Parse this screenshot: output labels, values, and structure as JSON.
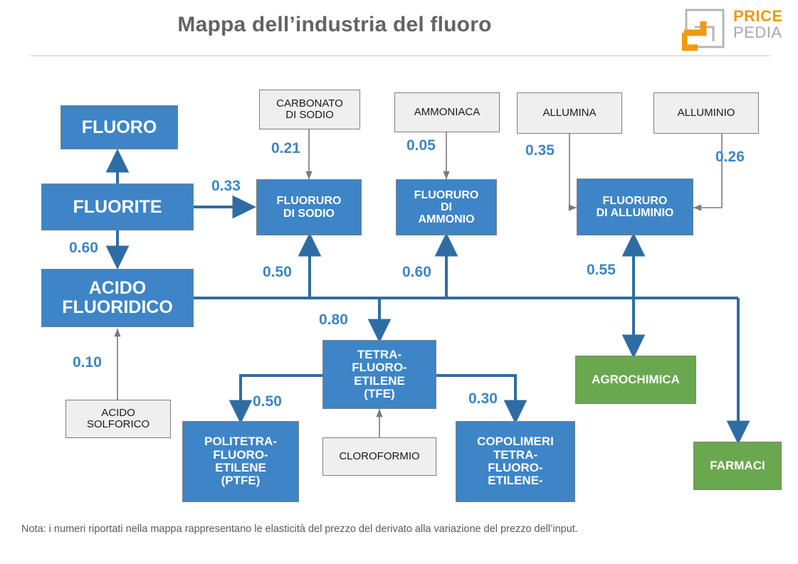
{
  "header": {
    "title": "Mappa dell’industria del fluoro",
    "logo": {
      "primary": "PRICE",
      "secondary": "PEDIA",
      "mark": "pricepedia-mark-icon"
    }
  },
  "colors": {
    "blue": "#3d85c6",
    "green": "#6aa84f",
    "gray_box": "#efefef",
    "box_border": "#7f7f7f",
    "title": "#636363",
    "label_blue": "#3d85c6",
    "gray_arrow": "#808080",
    "logo_orange": "#ef9a10",
    "logo_gray": "#a8a8a8"
  },
  "nodes": [
    {
      "id": "fluoro",
      "label": "FLUORO",
      "type": "blue"
    },
    {
      "id": "fluorite",
      "label": "FLUORITE",
      "type": "blue"
    },
    {
      "id": "acido_fluoridico",
      "label": "ACIDO\nFLUORIDICO",
      "type": "blue"
    },
    {
      "id": "acido_solforico",
      "label": "ACIDO\nSOLFORICO",
      "type": "gray"
    },
    {
      "id": "carbonato_sodio",
      "label": "CARBONATO\nDI SODIO",
      "type": "gray"
    },
    {
      "id": "ammoniaca",
      "label": "AMMONIACA",
      "type": "gray"
    },
    {
      "id": "allumina",
      "label": "ALLUMINA",
      "type": "gray"
    },
    {
      "id": "alluminio",
      "label": "ALLUMINIO",
      "type": "gray"
    },
    {
      "id": "fluoruro_sodio",
      "label": "FLUORURO\nDI SODIO",
      "type": "blue"
    },
    {
      "id": "fluoruro_ammonio",
      "label": "FLUORURO\nDI\nAMMONIO",
      "type": "blue"
    },
    {
      "id": "fluoruro_alluminio",
      "label": "FLUORURO\nDI ALLUMINIO",
      "type": "blue"
    },
    {
      "id": "tfe",
      "label": "TETRA-\nFLUORO-\nETILENE\n(TFE)",
      "type": "blue"
    },
    {
      "id": "ptfe",
      "label": "POLITETRA-\nFLUORO-\nETILENE\n(PTFE)",
      "type": "blue"
    },
    {
      "id": "cloroformio",
      "label": "CLOROFORMIO",
      "type": "gray"
    },
    {
      "id": "copolimeri",
      "label": "COPOLIMERI\nTETRA-\nFLUORO-\nETILENE-",
      "type": "blue"
    },
    {
      "id": "agrochimica",
      "label": "AGROCHIMICA",
      "type": "green"
    },
    {
      "id": "farmaci",
      "label": "FARMACI",
      "type": "green"
    }
  ],
  "edges": [
    {
      "id": "e-fluorite-fluoro",
      "from": "fluorite",
      "to": "fluoro",
      "value": ""
    },
    {
      "id": "e-fluorite-fluoruro-sodio",
      "from": "fluorite",
      "to": "fluoruro_sodio",
      "value": "0.33"
    },
    {
      "id": "e-fluorite-acido",
      "from": "fluorite",
      "to": "acido_fluoridico",
      "value": "0.60"
    },
    {
      "id": "e-solforico-acido",
      "from": "acido_solforico",
      "to": "acido_fluoridico",
      "value": "0.10"
    },
    {
      "id": "e-carbonato-fluoruro-sodio",
      "from": "carbonato_sodio",
      "to": "fluoruro_sodio",
      "value": "0.21"
    },
    {
      "id": "e-ammoniaca-fluoruro-ammonio",
      "from": "ammoniaca",
      "to": "fluoruro_ammonio",
      "value": "0.05"
    },
    {
      "id": "e-allumina-fluoruro-alluminio",
      "from": "allumina",
      "to": "fluoruro_alluminio",
      "value": "0.35"
    },
    {
      "id": "e-alluminio-fluoruro-alluminio",
      "from": "alluminio",
      "to": "fluoruro_alluminio",
      "value": "0.26"
    },
    {
      "id": "e-acido-fluoruro-sodio",
      "from": "acido_fluoridico",
      "to": "fluoruro_sodio",
      "value": "0.50"
    },
    {
      "id": "e-acido-fluoruro-ammonio",
      "from": "acido_fluoridico",
      "to": "fluoruro_ammonio",
      "value": "0.60"
    },
    {
      "id": "e-acido-fluoruro-alluminio",
      "from": "acido_fluoridico",
      "to": "fluoruro_alluminio",
      "value": "0.55"
    },
    {
      "id": "e-acido-tfe",
      "from": "acido_fluoridico",
      "to": "tfe",
      "value": "0.80"
    },
    {
      "id": "e-tfe-ptfe",
      "from": "tfe",
      "to": "ptfe",
      "value": "0.50"
    },
    {
      "id": "e-tfe-copolimeri",
      "from": "tfe",
      "to": "copolimeri",
      "value": "0.30"
    },
    {
      "id": "e-cloroformio-tfe",
      "from": "cloroformio",
      "to": "tfe",
      "value": ""
    },
    {
      "id": "e-acido-agrochimica",
      "from": "acido_fluoridico",
      "to": "agrochimica",
      "value": ""
    },
    {
      "id": "e-acido-farmaci",
      "from": "acido_fluoridico",
      "to": "farmaci",
      "value": ""
    }
  ],
  "footer": {
    "note": "Nota: i numeri riportati nella mappa rappresentano le elasticità del prezzo del derivato alla variazione del prezzo dell’input."
  }
}
